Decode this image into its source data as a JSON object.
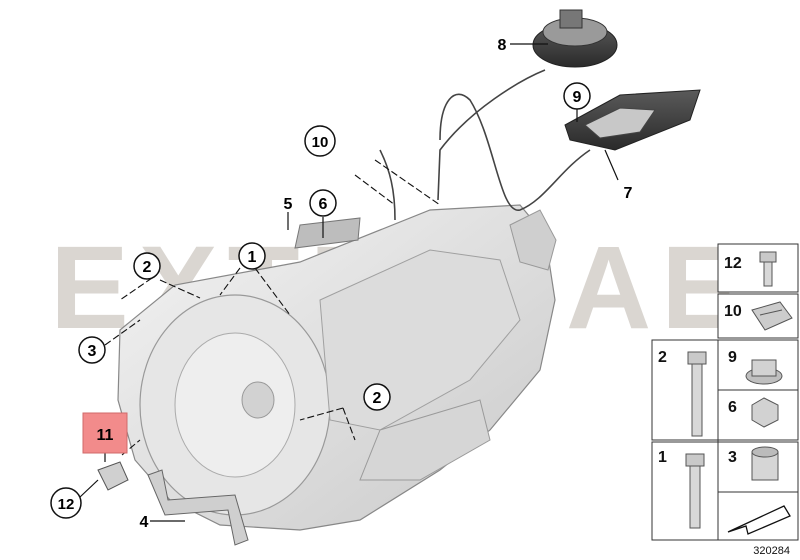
{
  "watermark": {
    "text": "EXTEIL.AE"
  },
  "callouts": [
    {
      "id": "c1",
      "label": "1"
    },
    {
      "id": "c2a",
      "label": "2"
    },
    {
      "id": "c2b",
      "label": "2"
    },
    {
      "id": "c3",
      "label": "3"
    },
    {
      "id": "c4",
      "label": "4"
    },
    {
      "id": "c5",
      "label": "5"
    },
    {
      "id": "c6",
      "label": "6"
    },
    {
      "id": "c7",
      "label": "7"
    },
    {
      "id": "c8",
      "label": "8"
    },
    {
      "id": "c9",
      "label": "9"
    },
    {
      "id": "c10",
      "label": "10"
    },
    {
      "id": "c11",
      "label": "11"
    },
    {
      "id": "c12",
      "label": "12"
    }
  ],
  "parts_panel": {
    "items": [
      {
        "label": "12",
        "icon": "bolt-short-icon"
      },
      {
        "label": "10",
        "icon": "clip-nut-icon"
      },
      {
        "label": "2",
        "icon": "bolt-long-icon"
      },
      {
        "label": "9",
        "icon": "flange-nut-icon"
      },
      {
        "label": "6",
        "icon": "hex-nut-icon"
      },
      {
        "label": "1",
        "icon": "bolt-medium-icon"
      },
      {
        "label": "3",
        "icon": "sleeve-icon"
      },
      {
        "label": "",
        "icon": "arrow-icon"
      }
    ]
  },
  "diagram_id": "320284",
  "colors": {
    "highlight": "#f28b8b",
    "watermark": "#d9d4cf",
    "outline": "#222222"
  }
}
